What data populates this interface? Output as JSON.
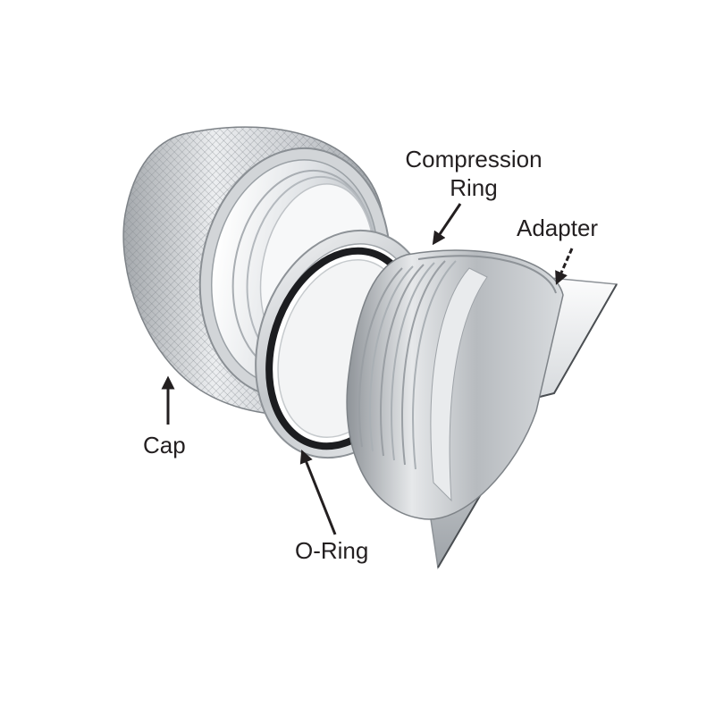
{
  "labels": {
    "compression_line1": "Compression",
    "compression_line2": "Ring",
    "adapter": "Adapter",
    "cap": "Cap",
    "o_ring": "O-Ring"
  },
  "colors": {
    "metal_light": "#f2f3f4",
    "metal_mid": "#c5c8cb",
    "metal_dark": "#8a8f94",
    "o_ring": "#1c1d20",
    "label_text": "#231f20",
    "arrow": "#231f20"
  },
  "parts": [
    "cap",
    "compression-ring",
    "o-ring",
    "adapter"
  ]
}
